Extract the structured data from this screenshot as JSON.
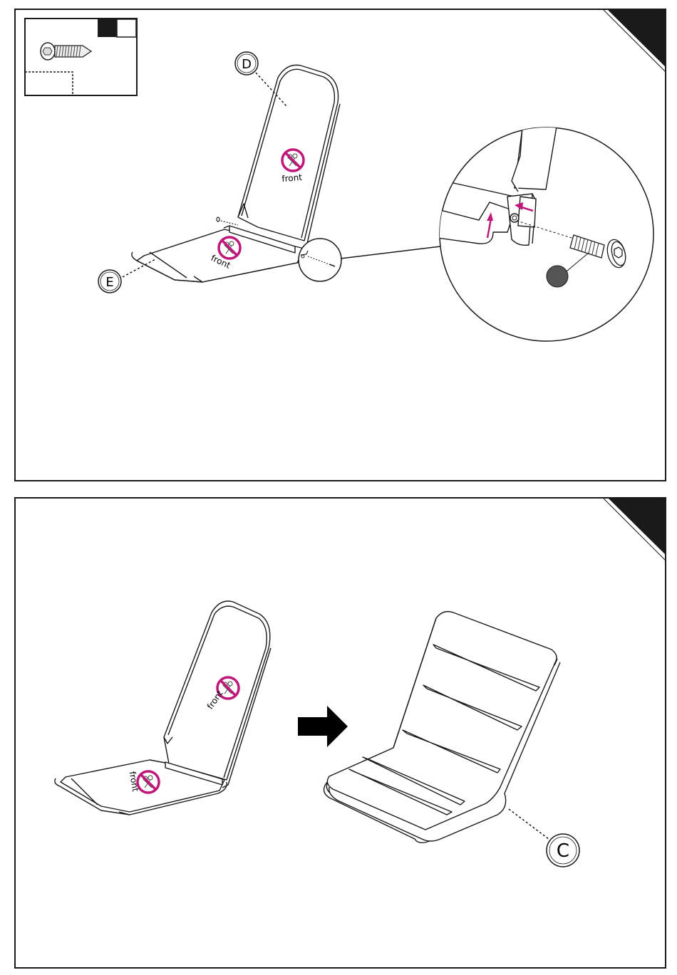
{
  "steps": [
    {
      "step_number": "",
      "hardware": {
        "icon": "hex-socket-screw-icon",
        "quantity": ""
      },
      "parts": [
        {
          "letter": "D",
          "name": "backrest-fabric"
        },
        {
          "letter": "E",
          "name": "seat-fabric"
        }
      ],
      "label_text": "front",
      "colors": {
        "accent": "#c0187a",
        "line": "#1a1a1a",
        "cap": "#555555"
      }
    },
    {
      "step_number": "",
      "parts": [
        {
          "letter": "C",
          "name": "seat-cushion"
        }
      ],
      "label_text": "front"
    }
  ]
}
